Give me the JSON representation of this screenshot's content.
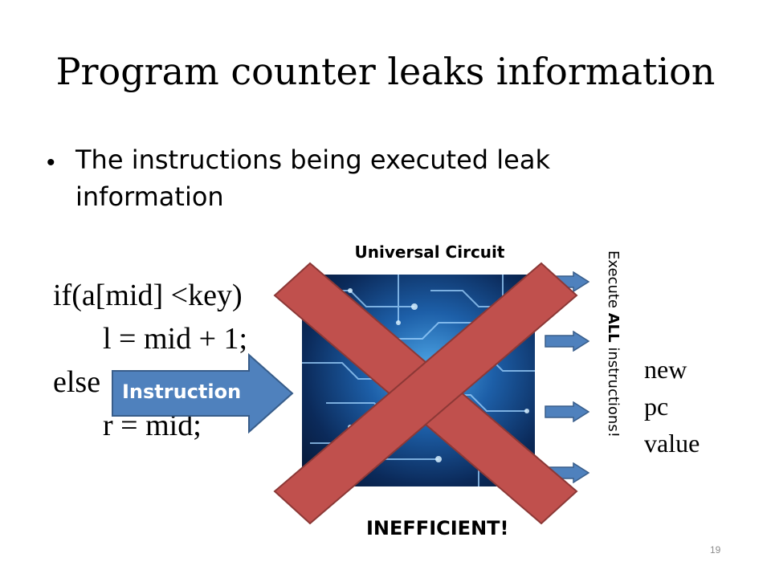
{
  "slide": {
    "title": "Program counter leaks information",
    "bullet": "The instructions being executed leak information",
    "code": {
      "line1": "if(a[mid] <key)",
      "line2": "l = mid + 1;",
      "line3": "else",
      "line4": "r = mid;"
    },
    "circuit_title": "Universal Circuit",
    "instruction_label": "Instruction",
    "execute": {
      "prefix": "Execute ",
      "bold": "ALL",
      "suffix": " instructions!"
    },
    "pc_lines": [
      "new",
      "pc",
      "value"
    ],
    "inefficient": "INEFFICIENT!",
    "page_number": "19",
    "colors": {
      "arrow": "#4f81bd",
      "arrow_border": "#385d8a",
      "cross": "#c0504d",
      "cross_border": "#8c3836"
    }
  }
}
